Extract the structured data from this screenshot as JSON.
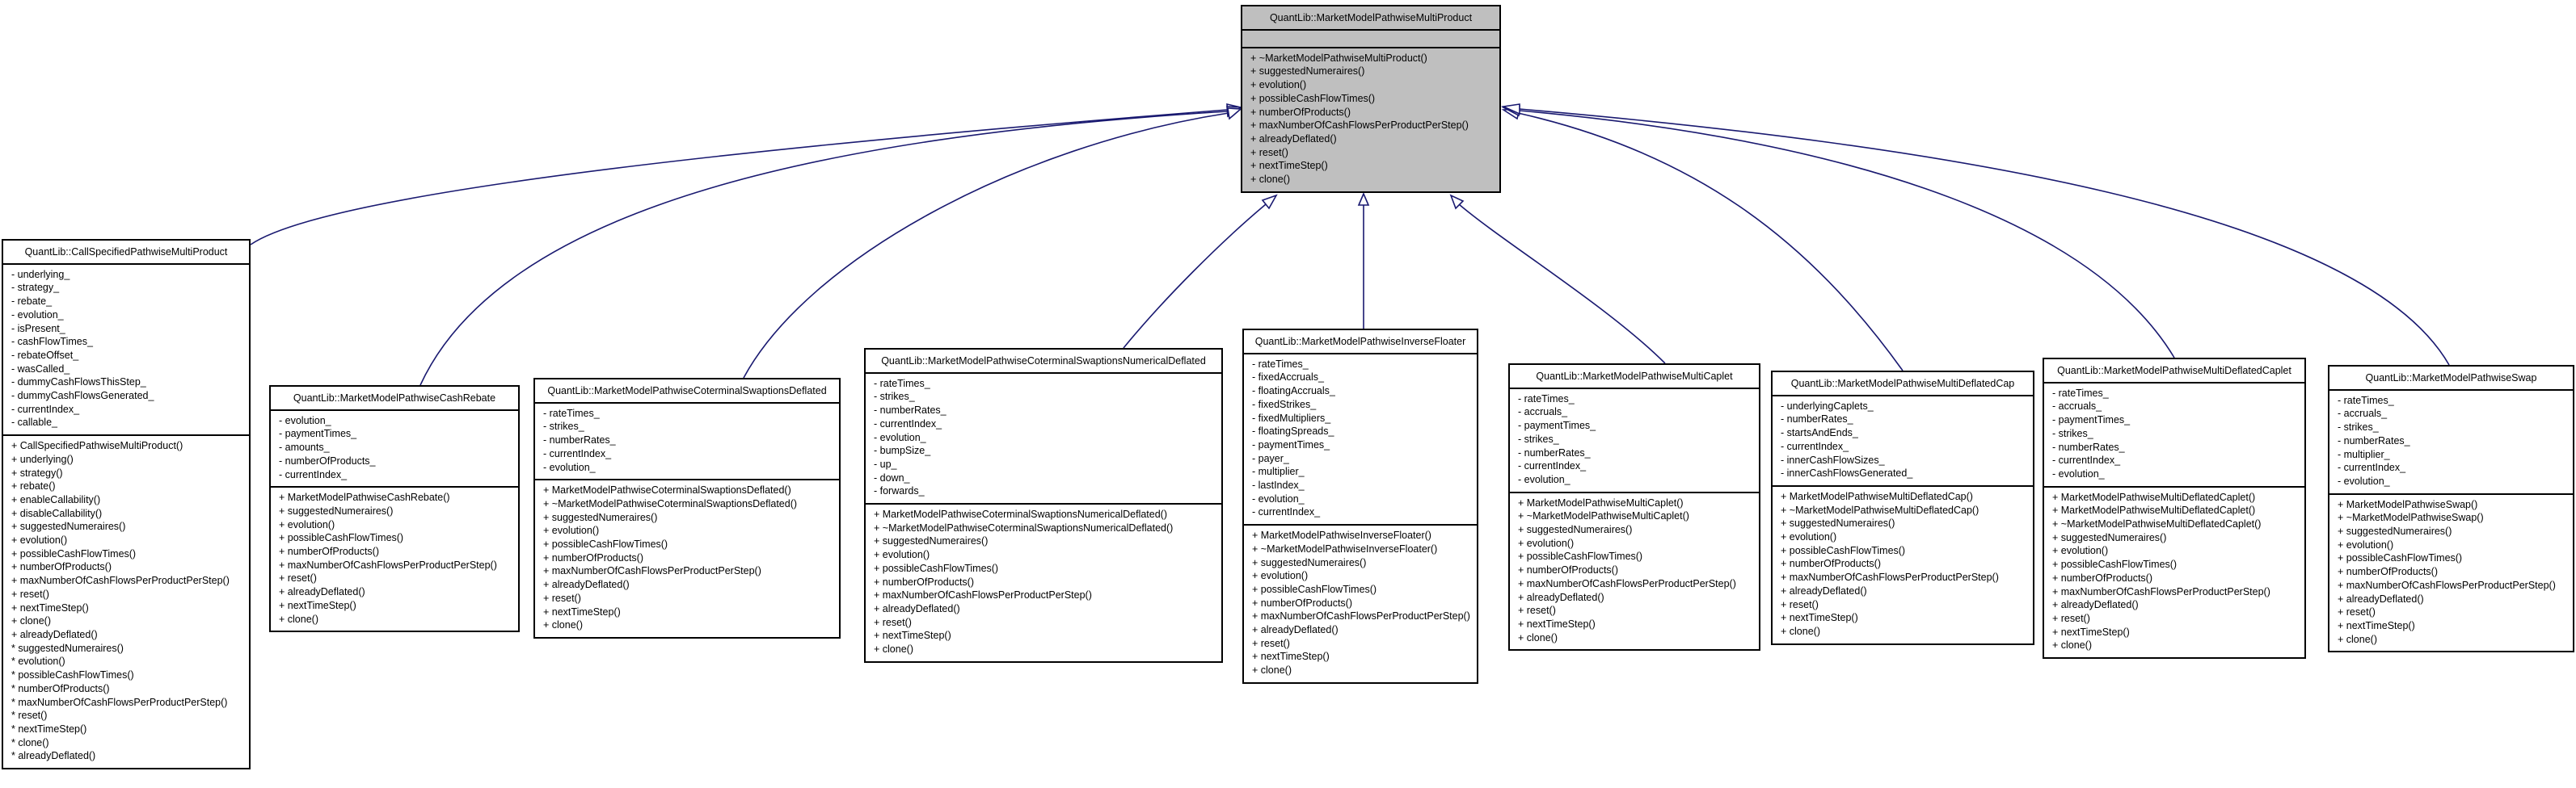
{
  "base": {
    "name": "QuantLib::MarketModelPathwiseMultiProduct",
    "attributes": [],
    "operations": [
      "+ ~MarketModelPathwiseMultiProduct()",
      "+ suggestedNumeraires()",
      "+ evolution()",
      "+ possibleCashFlowTimes()",
      "+ numberOfProducts()",
      "+ maxNumberOfCashFlowsPerProductPerStep()",
      "+ alreadyDeflated()",
      "+ reset()",
      "+ nextTimeStep()",
      "+ clone()"
    ]
  },
  "classes": [
    {
      "name": "QuantLib::CallSpecifiedPathwiseMultiProduct",
      "attributes": [
        "- underlying_",
        "- strategy_",
        "- rebate_",
        "- evolution_",
        "- isPresent_",
        "- cashFlowTimes_",
        "- rebateOffset_",
        "- wasCalled_",
        "- dummyCashFlowsThisStep_",
        "- dummyCashFlowsGenerated_",
        "- currentIndex_",
        "- callable_"
      ],
      "operations": [
        "+ CallSpecifiedPathwiseMultiProduct()",
        "+ underlying()",
        "+ strategy()",
        "+ rebate()",
        "+ enableCallability()",
        "+ disableCallability()",
        "+ suggestedNumeraires()",
        "+ evolution()",
        "+ possibleCashFlowTimes()",
        "+ numberOfProducts()",
        "+ maxNumberOfCashFlowsPerProductPerStep()",
        "+ reset()",
        "+ nextTimeStep()",
        "+ clone()",
        "+ alreadyDeflated()",
        "* suggestedNumeraires()",
        "* evolution()",
        "* possibleCashFlowTimes()",
        "* numberOfProducts()",
        "* maxNumberOfCashFlowsPerProductPerStep()",
        "* reset()",
        "* nextTimeStep()",
        "* clone()",
        "* alreadyDeflated()"
      ]
    },
    {
      "name": "QuantLib::MarketModelPathwiseCashRebate",
      "attributes": [
        "- evolution_",
        "- paymentTimes_",
        "- amounts_",
        "- numberOfProducts_",
        "- currentIndex_"
      ],
      "operations": [
        "+ MarketModelPathwiseCashRebate()",
        "+ suggestedNumeraires()",
        "+ evolution()",
        "+ possibleCashFlowTimes()",
        "+ numberOfProducts()",
        "+ maxNumberOfCashFlowsPerProductPerStep()",
        "+ reset()",
        "+ alreadyDeflated()",
        "+ nextTimeStep()",
        "+ clone()"
      ]
    },
    {
      "name": "QuantLib::MarketModelPathwiseCoterminalSwaptionsDeflated",
      "attributes": [
        "- rateTimes_",
        "- strikes_",
        "- numberRates_",
        "- currentIndex_",
        "- evolution_"
      ],
      "operations": [
        "+ MarketModelPathwiseCoterminalSwaptionsDeflated()",
        "+ ~MarketModelPathwiseCoterminalSwaptionsDeflated()",
        "+ suggestedNumeraires()",
        "+ evolution()",
        "+ possibleCashFlowTimes()",
        "+ numberOfProducts()",
        "+ maxNumberOfCashFlowsPerProductPerStep()",
        "+ alreadyDeflated()",
        "+ reset()",
        "+ nextTimeStep()",
        "+ clone()"
      ]
    },
    {
      "name": "QuantLib::MarketModelPathwiseCoterminalSwaptionsNumericalDeflated",
      "attributes": [
        "- rateTimes_",
        "- strikes_",
        "- numberRates_",
        "- currentIndex_",
        "- evolution_",
        "- bumpSize_",
        "- up_",
        "- down_",
        "- forwards_"
      ],
      "operations": [
        "+ MarketModelPathwiseCoterminalSwaptionsNumericalDeflated()",
        "+ ~MarketModelPathwiseCoterminalSwaptionsNumericalDeflated()",
        "+ suggestedNumeraires()",
        "+ evolution()",
        "+ possibleCashFlowTimes()",
        "+ numberOfProducts()",
        "+ maxNumberOfCashFlowsPerProductPerStep()",
        "+ alreadyDeflated()",
        "+ reset()",
        "+ nextTimeStep()",
        "+ clone()"
      ]
    },
    {
      "name": "QuantLib::MarketModelPathwiseInverseFloater",
      "attributes": [
        "- rateTimes_",
        "- fixedAccruals_",
        "- floatingAccruals_",
        "- fixedStrikes_",
        "- fixedMultipliers_",
        "- floatingSpreads_",
        "- paymentTimes_",
        "- payer_",
        "- multiplier_",
        "- lastIndex_",
        "- evolution_",
        "- currentIndex_"
      ],
      "operations": [
        "+ MarketModelPathwiseInverseFloater()",
        "+ ~MarketModelPathwiseInverseFloater()",
        "+ suggestedNumeraires()",
        "+ evolution()",
        "+ possibleCashFlowTimes()",
        "+ numberOfProducts()",
        "+ maxNumberOfCashFlowsPerProductPerStep()",
        "+ alreadyDeflated()",
        "+ reset()",
        "+ nextTimeStep()",
        "+ clone()"
      ]
    },
    {
      "name": "QuantLib::MarketModelPathwiseMultiCaplet",
      "attributes": [
        "- rateTimes_",
        "- accruals_",
        "- paymentTimes_",
        "- strikes_",
        "- numberRates_",
        "- currentIndex_",
        "- evolution_"
      ],
      "operations": [
        "+ MarketModelPathwiseMultiCaplet()",
        "+ ~MarketModelPathwiseMultiCaplet()",
        "+ suggestedNumeraires()",
        "+ evolution()",
        "+ possibleCashFlowTimes()",
        "+ numberOfProducts()",
        "+ maxNumberOfCashFlowsPerProductPerStep()",
        "+ alreadyDeflated()",
        "+ reset()",
        "+ nextTimeStep()",
        "+ clone()"
      ]
    },
    {
      "name": "QuantLib::MarketModelPathwiseMultiDeflatedCap",
      "attributes": [
        "- underlyingCaplets_",
        "- numberRates_",
        "- startsAndEnds_",
        "- currentIndex_",
        "- innerCashFlowSizes_",
        "- innerCashFlowsGenerated_"
      ],
      "operations": [
        "+ MarketModelPathwiseMultiDeflatedCap()",
        "+ ~MarketModelPathwiseMultiDeflatedCap()",
        "+ suggestedNumeraires()",
        "+ evolution()",
        "+ possibleCashFlowTimes()",
        "+ numberOfProducts()",
        "+ maxNumberOfCashFlowsPerProductPerStep()",
        "+ alreadyDeflated()",
        "+ reset()",
        "+ nextTimeStep()",
        "+ clone()"
      ]
    },
    {
      "name": "QuantLib::MarketModelPathwiseMultiDeflatedCaplet",
      "attributes": [
        "- rateTimes_",
        "- accruals_",
        "- paymentTimes_",
        "- strikes_",
        "- numberRates_",
        "- currentIndex_",
        "- evolution_"
      ],
      "operations": [
        "+ MarketModelPathwiseMultiDeflatedCaplet()",
        "+ MarketModelPathwiseMultiDeflatedCaplet()",
        "+ ~MarketModelPathwiseMultiDeflatedCaplet()",
        "+ suggestedNumeraires()",
        "+ evolution()",
        "+ possibleCashFlowTimes()",
        "+ numberOfProducts()",
        "+ maxNumberOfCashFlowsPerProductPerStep()",
        "+ alreadyDeflated()",
        "+ reset()",
        "+ nextTimeStep()",
        "+ clone()"
      ]
    },
    {
      "name": "QuantLib::MarketModelPathwiseSwap",
      "attributes": [
        "- rateTimes_",
        "- accruals_",
        "- strikes_",
        "- numberRates_",
        "- multiplier_",
        "- currentIndex_",
        "- evolution_"
      ],
      "operations": [
        "+ MarketModelPathwiseSwap()",
        "+ ~MarketModelPathwiseSwap()",
        "+ suggestedNumeraires()",
        "+ evolution()",
        "+ possibleCashFlowTimes()",
        "+ numberOfProducts()",
        "+ maxNumberOfCashFlowsPerProductPerStep()",
        "+ alreadyDeflated()",
        "+ reset()",
        "+ nextTimeStep()",
        "+ clone()"
      ]
    }
  ],
  "colors": {
    "edge": "#191970",
    "base_fill": "#bfbfbf",
    "box_fill": "#ffffff",
    "border": "#000000"
  }
}
